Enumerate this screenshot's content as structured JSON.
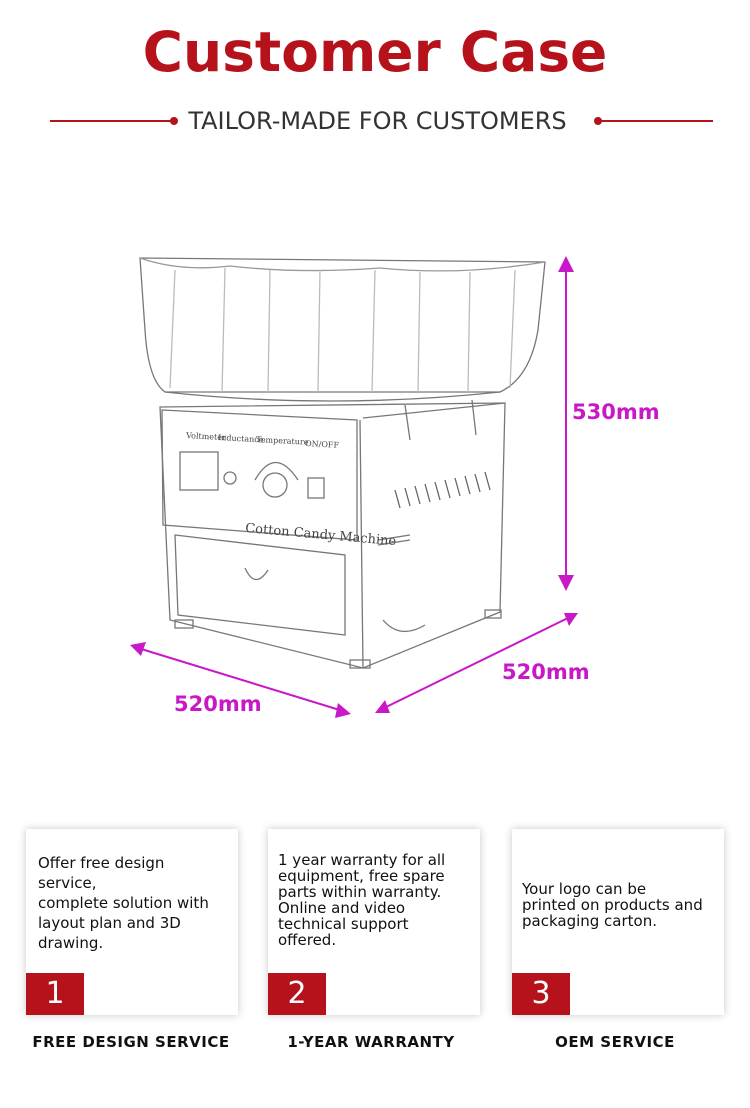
{
  "header": {
    "title": "Customer Case",
    "subtitle": "TAILOR-MADE FOR CUSTOMERS"
  },
  "product": {
    "panel_labels": [
      "Voltmeter",
      "Inductance",
      "Temperature",
      "ON/OFF"
    ],
    "machine_label": "Cotton Candy Machine",
    "dimensions": {
      "height": "530mm",
      "depth": "520mm",
      "width": "520mm"
    }
  },
  "colors": {
    "accent": "#b5121b",
    "dimension": "#c818c8"
  },
  "services": [
    {
      "number": "1",
      "text": "Offer free design\nservice,\ncomplete solution with\nlayout plan and 3D\ndrawing.",
      "label": "FREE DESIGN SERVICE"
    },
    {
      "number": "2",
      "text": "1 year warranty for all\nequipment, free spare\nparts within warranty.\nOnline and video\ntechnical support\noffered.",
      "label": "1-YEAR WARRANTY"
    },
    {
      "number": "3",
      "text": "Your logo can be\nprinted on products and\npackaging carton.",
      "label": "OEM SERVICE"
    }
  ]
}
